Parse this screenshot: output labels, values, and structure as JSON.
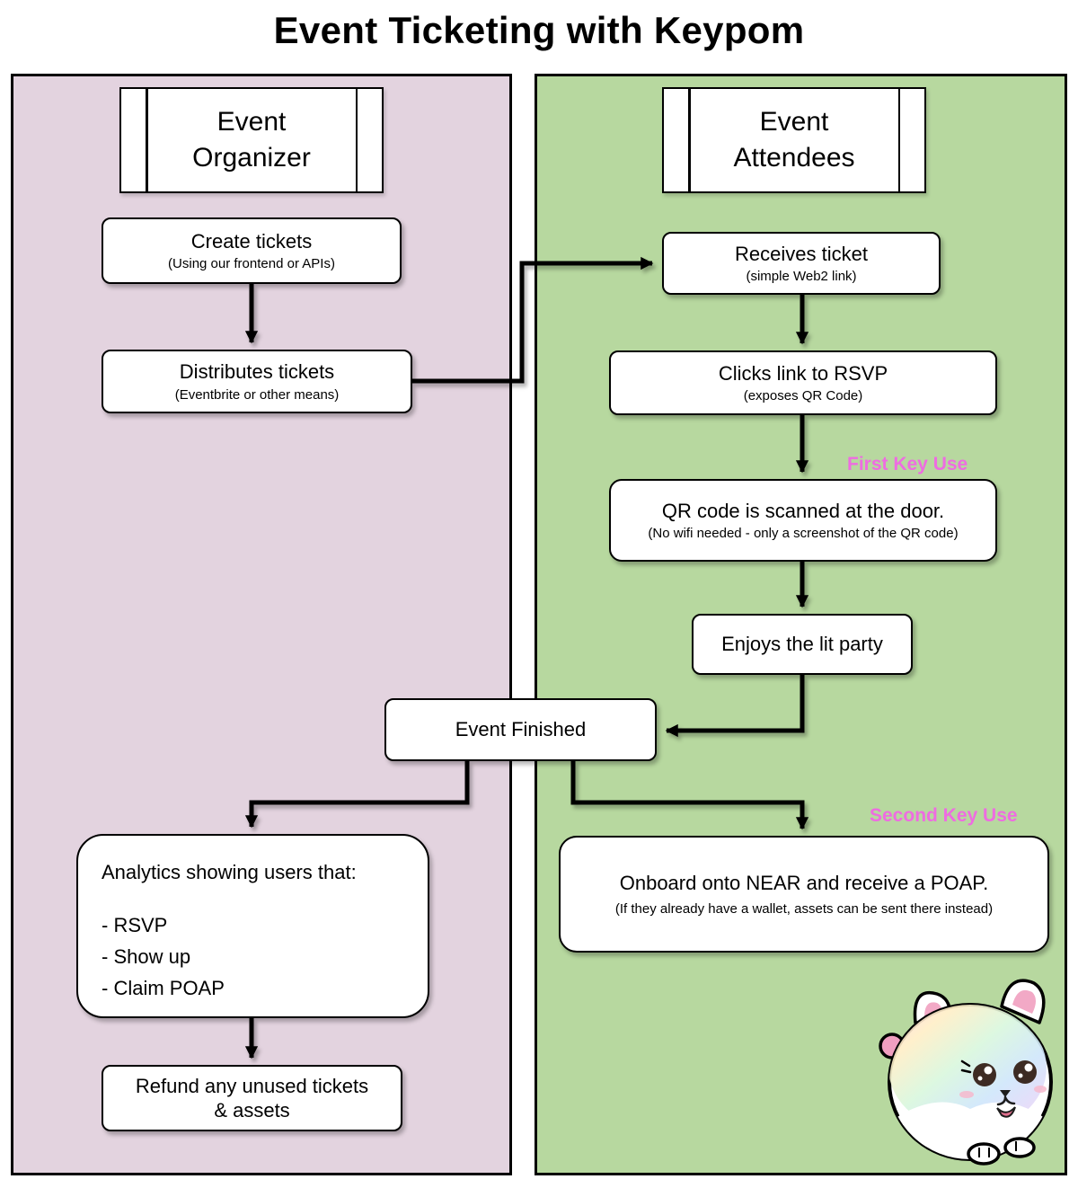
{
  "title": "Event Ticketing with Keypom",
  "colors": {
    "organizer_bg": "#e3d3df",
    "attendees_bg": "#b7d89f",
    "accent": "#ee6ce1",
    "box_bg": "#ffffff",
    "stroke": "#000000"
  },
  "lanes": {
    "organizer": {
      "lines": [
        "Event",
        "Organizer"
      ]
    },
    "attendees": {
      "lines": [
        "Event",
        "Attendees"
      ]
    }
  },
  "nodes": {
    "create_tickets": {
      "title": "Create tickets",
      "subtitle": "(Using our frontend or APIs)"
    },
    "distributes_tickets": {
      "title": "Distributes tickets",
      "subtitle": "(Eventbrite or other means)"
    },
    "receives_ticket": {
      "title": "Receives ticket",
      "subtitle": "(simple Web2 link)"
    },
    "clicks_link_rsvp": {
      "title": "Clicks link to RSVP",
      "subtitle": "(exposes QR Code)"
    },
    "qr_scanned": {
      "title": "QR code is scanned at the door.",
      "subtitle": "(No wifi needed - only a screenshot of the QR code)"
    },
    "enjoys_party": {
      "title": "Enjoys the lit party"
    },
    "event_finished": {
      "title": "Event Finished"
    },
    "analytics": {
      "title": "Analytics showing users that:",
      "items": [
        "- RSVP",
        "- Show up",
        "- Claim POAP"
      ]
    },
    "refund": {
      "lines": [
        "Refund any unused tickets",
        "& assets"
      ]
    },
    "onboard": {
      "title": "Onboard onto NEAR and receive a POAP.",
      "subtitle": "(If they already have a wallet, assets can be sent there instead)"
    }
  },
  "labels": {
    "first_key_use": "First Key Use",
    "second_key_use": "Second Key Use"
  }
}
